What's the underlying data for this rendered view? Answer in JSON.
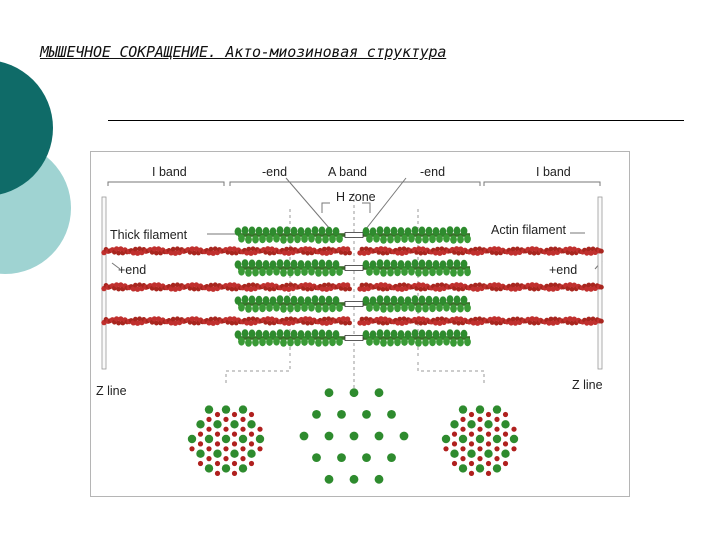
{
  "slide": {
    "title": "МЫШЕЧНОЕ СОКРАЩЕНИЕ. Акто-миозиновая структура"
  },
  "diagram": {
    "labels": {
      "i_band_left": "I band",
      "minus_end_left": "-end",
      "a_band": "A band",
      "minus_end_right": "-end",
      "i_band_right": "I band",
      "h_zone": "H zone",
      "thick_filament": "Thick filament",
      "plus_end_left": "+end",
      "actin_filament": "Actin filament",
      "plus_end_right": "+end",
      "z_line_left": "Z line",
      "z_line_right": "Z line"
    },
    "colors": {
      "myosin": "#2e8b2e",
      "actin": "#c0302e",
      "cross_section_red": "#b0201e",
      "theme_teal_dark": "#0f6b68",
      "theme_teal_light": "#9fd3d2"
    }
  }
}
